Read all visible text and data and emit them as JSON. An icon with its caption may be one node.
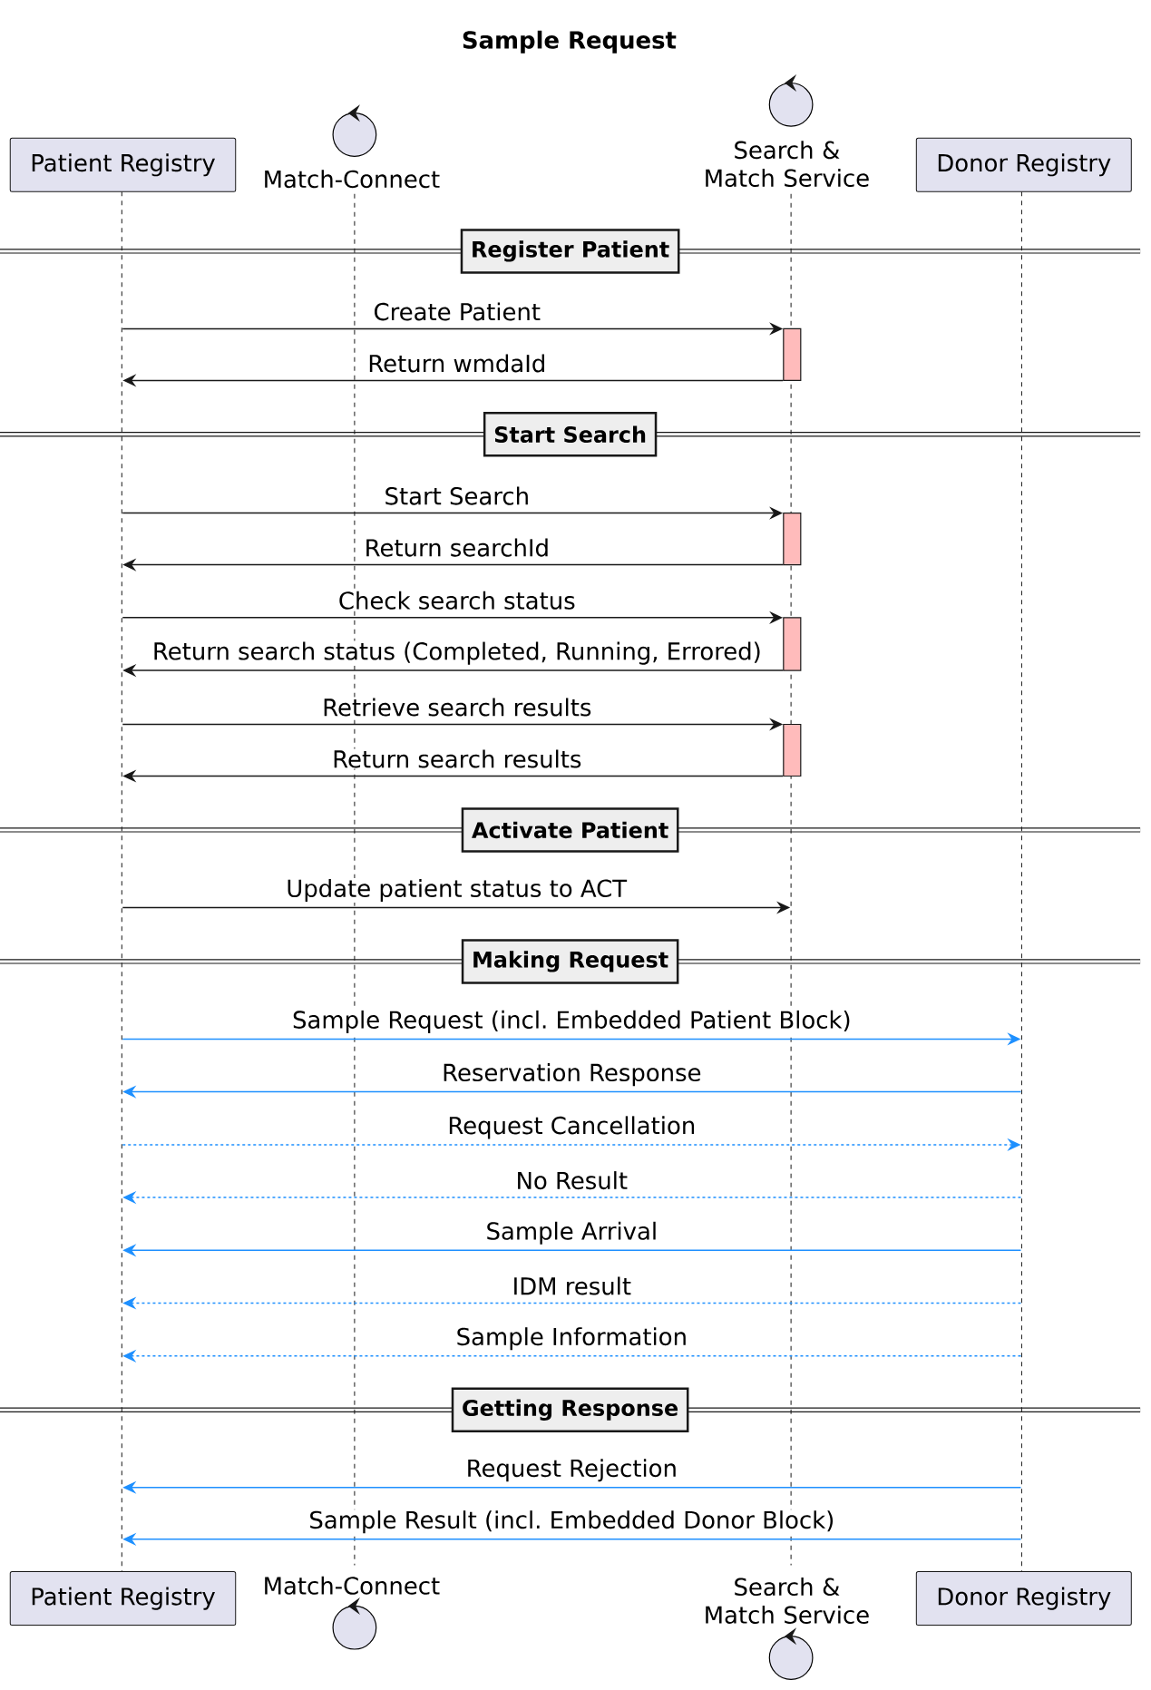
{
  "diagram": {
    "title": "Sample Request",
    "nodes": [
      {
        "text": [
          "Patient Registry"
        ]
      },
      {
        "text": [
          "Match-Connect"
        ]
      },
      {
        "text": [
          "Search & Match Service"
        ]
      },
      {
        "text": [
          "Donor Registry"
        ]
      },
      {
        "text": [
          "Register Patient"
        ]
      },
      {
        "text": [
          "Start Search"
        ]
      },
      {
        "text": [
          "Activate Patient"
        ]
      },
      {
        "text": [
          "Making Request"
        ]
      },
      {
        "text": [
          "Getting Response"
        ]
      },
      {
        "text": [
          "Patient Registry"
        ]
      },
      {
        "text": [
          "Match-Connect"
        ]
      },
      {
        "text": [
          "Search & Match Service"
        ]
      },
      {
        "text": [
          "Donor Registry"
        ]
      },
      {
        "text": [],
        "shape": "line"
      },
      {
        "text": [],
        "shape": "line"
      },
      {
        "text": [],
        "shape": "line"
      },
      {
        "text": [],
        "shape": "line"
      },
      {
        "text": [],
        "shape": "bar"
      },
      {
        "text": [],
        "shape": "bar"
      },
      {
        "text": [],
        "shape": "bar"
      },
      {
        "text": [],
        "shape": "bar"
      }
    ],
    "edges": [
      {
        "from": 13,
        "to": 17,
        "arrow": "to",
        "label": "Create Patient"
      },
      {
        "from": 17,
        "to": 13,
        "arrow": "to",
        "label": "Return wmdaId"
      },
      {
        "from": 13,
        "to": 18,
        "arrow": "to",
        "label": "Start Search"
      },
      {
        "from": 18,
        "to": 13,
        "arrow": "to",
        "label": "Return searchId"
      },
      {
        "from": 13,
        "to": 19,
        "arrow": "to",
        "label": "Check search status"
      },
      {
        "from": 19,
        "to": 13,
        "arrow": "to",
        "label": "Return search status (Completed, Running, Errored)"
      },
      {
        "from": 13,
        "to": 20,
        "arrow": "to",
        "label": "Retrieve search results"
      },
      {
        "from": 20,
        "to": 13,
        "arrow": "to",
        "label": "Return search results"
      },
      {
        "from": 13,
        "to": 15,
        "arrow": "to",
        "label": "Update patient status to ACT"
      },
      {
        "from": 13,
        "to": 16,
        "arrow": "to",
        "label": "Sample Request (incl. Embedded Patient Block)",
        "color": "#1e90ff"
      },
      {
        "from": 16,
        "to": 13,
        "arrow": "to",
        "label": "Reservation Response",
        "color": "#1e90ff"
      },
      {
        "from": 13,
        "to": 16,
        "arrow": "to",
        "label": "Request Cancellation",
        "style": "dashed",
        "color": "#1e90ff"
      },
      {
        "from": 16,
        "to": 13,
        "arrow": "to",
        "label": "No Result",
        "style": "dashed",
        "color": "#1e90ff"
      },
      {
        "from": 16,
        "to": 13,
        "arrow": "to",
        "label": "Sample Arrival",
        "color": "#1e90ff"
      },
      {
        "from": 16,
        "to": 13,
        "arrow": "to",
        "label": "IDM result",
        "style": "dashed",
        "color": "#1e90ff"
      },
      {
        "from": 16,
        "to": 13,
        "arrow": "to",
        "label": "Sample Information",
        "style": "dashed",
        "color": "#1e90ff"
      },
      {
        "from": 16,
        "to": 13,
        "arrow": "to",
        "label": "Request Rejection",
        "color": "#1e90ff"
      },
      {
        "from": 16,
        "to": 13,
        "arrow": "to",
        "label": "Sample Result (incl. Embedded Donor Block)",
        "color": "#1e90ff"
      }
    ]
  }
}
